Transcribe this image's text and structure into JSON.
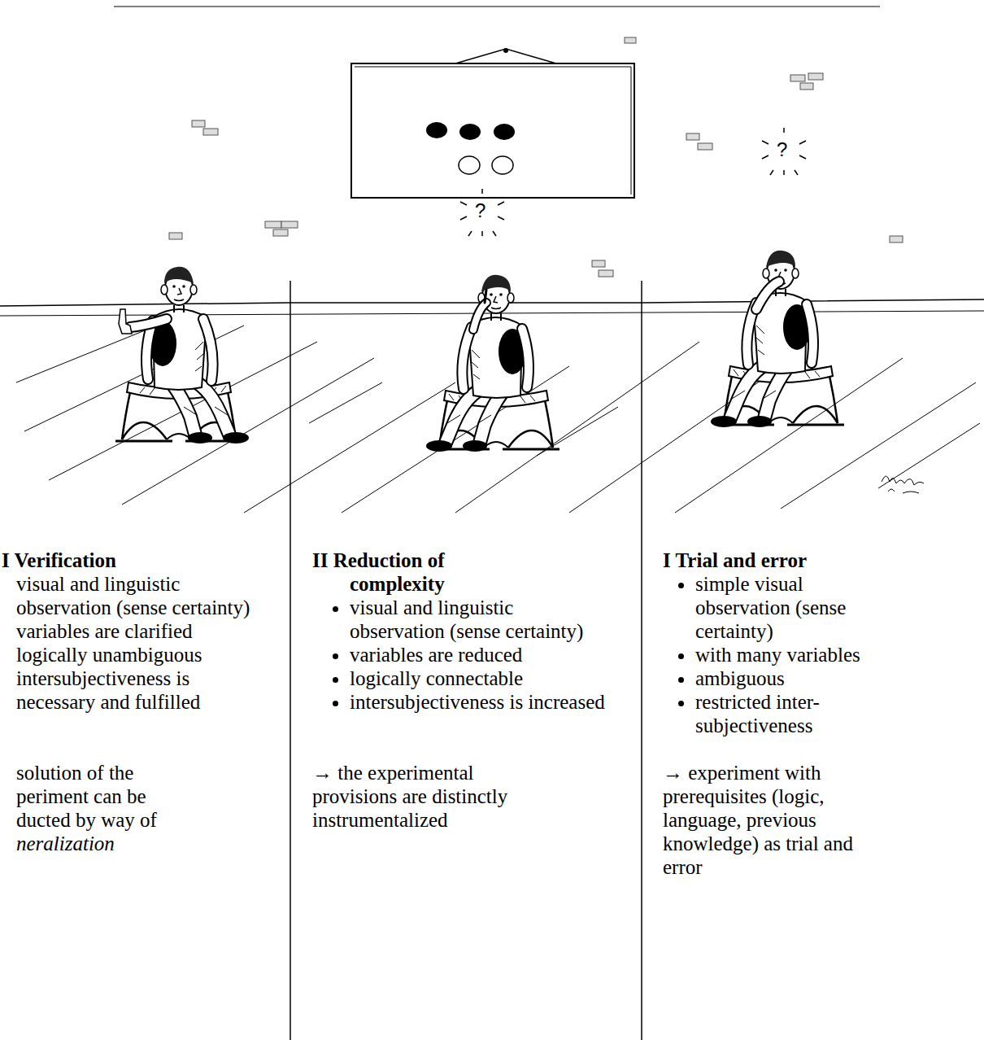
{
  "diagram": {
    "labels": [
      "I Verification",
      "visual and linguistic observation (sense certainty)",
      "variables are clarified",
      "logically unambiguous",
      "intersubjectiveness is necessary and fulfilled",
      "solution of the periment can be ducted by way of",
      "neralization",
      "II  Reduction of complexity",
      "visual and linguistic observation (sense certainty)",
      "variables are reduced",
      "logically connectable",
      "intersubjectiveness is increased",
      "→ the experimental provisions are distinctly instrumentalized",
      "I Trial and error",
      "simple visual observation (sense certainty)",
      "with many variables",
      "ambiguous",
      "restricted inter- subjectiveness",
      "→ experiment with prerequisites (logic, language, previous knowledge) as trial and error",
      "?",
      "?"
    ]
  }
}
